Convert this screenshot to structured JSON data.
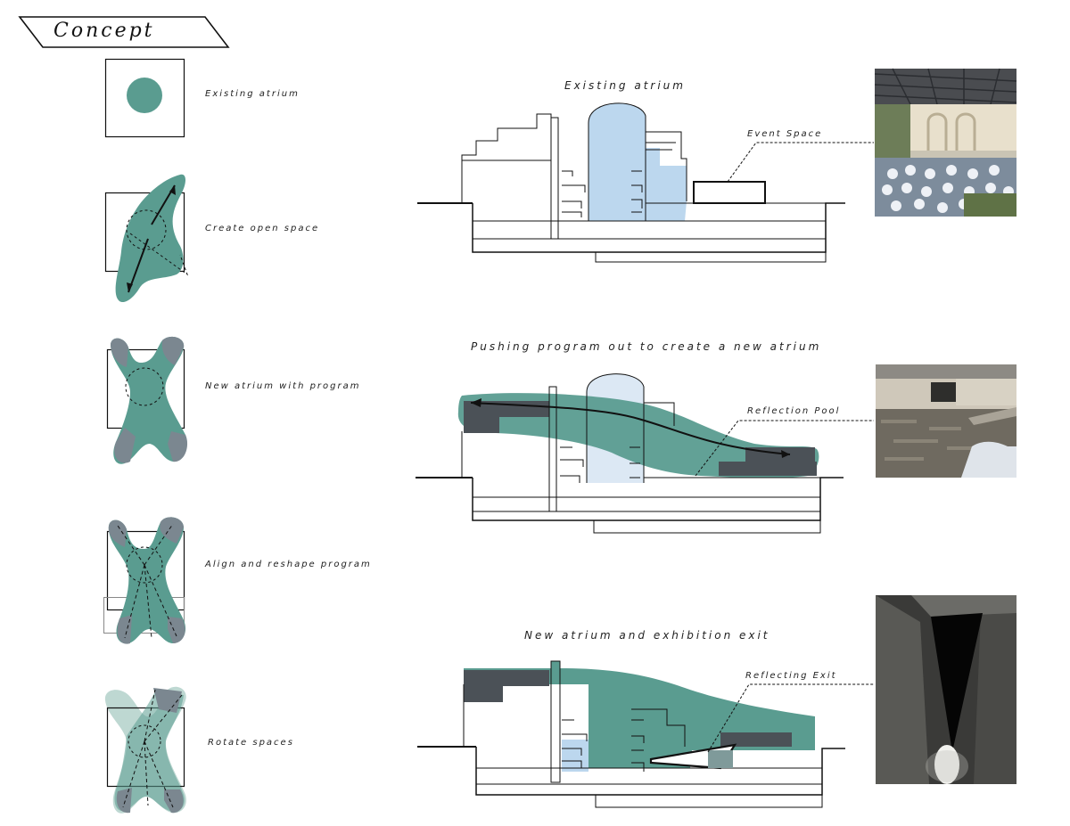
{
  "header": {
    "title": "Concept"
  },
  "concept_steps": [
    {
      "label": "Existing atrium"
    },
    {
      "label": "Create open space"
    },
    {
      "label": "New atrium with program"
    },
    {
      "label": "Align and reshape program"
    },
    {
      "label": "Rotate spaces"
    }
  ],
  "sections": [
    {
      "title": "Existing atrium",
      "callout": "Event Space"
    },
    {
      "title": "Pushing program out to create a new atrium",
      "callout": "Reflection Pool"
    },
    {
      "title": "New atrium and exhibition exit",
      "callout": "Reflecting Exit"
    }
  ],
  "colors": {
    "teal": "#5a9c90",
    "light_blue": "#bcd7ee",
    "dark_program": "#4b5157",
    "line": "#111111"
  }
}
